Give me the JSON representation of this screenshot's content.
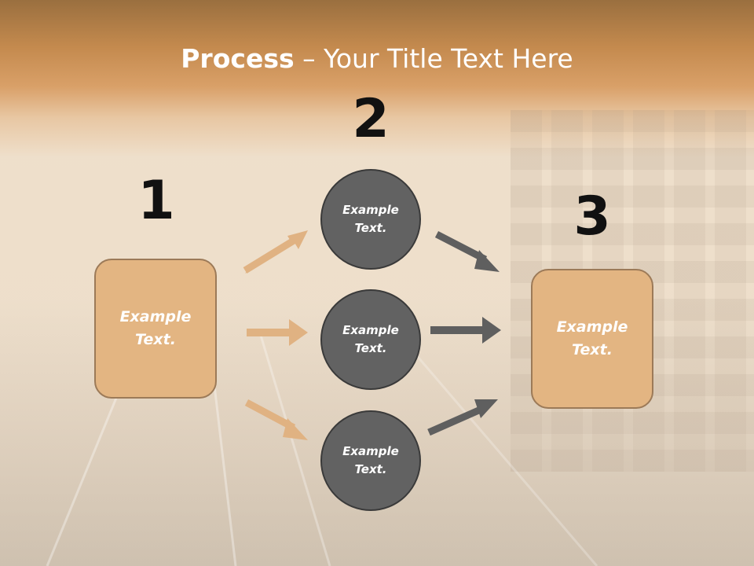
{
  "slide": {
    "title_bold": "Process",
    "title_rest": " – Your Title Text Here"
  },
  "diagram": {
    "steps": [
      {
        "number": "1",
        "label": "Example Text."
      },
      {
        "number": "2",
        "labels": [
          "Example Text.",
          "Example Text.",
          "Example Text."
        ]
      },
      {
        "number": "3",
        "label": "Example Text."
      }
    ]
  },
  "colors": {
    "box_fill": "#e3b582",
    "box_border": "#9c7a58",
    "circle_fill": "#626262",
    "arrow_tan": "#e0b282",
    "arrow_gray": "#5f5f5f",
    "header_band": "#c48a4e"
  }
}
